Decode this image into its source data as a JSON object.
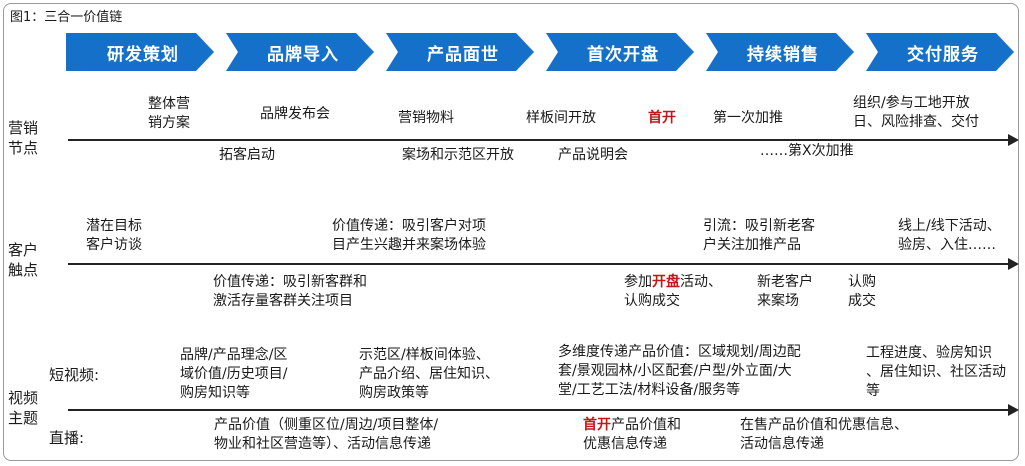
{
  "title": "图1：三合一价值链",
  "stages": [
    "研发策划",
    "品牌导入",
    "产品面世",
    "首次开盘",
    "持续销售",
    "交付服务"
  ],
  "rows": {
    "marketing": {
      "label": [
        "营销",
        "节点"
      ],
      "above": [
        [
          "整体营",
          "销方案"
        ],
        [
          "品牌发布会"
        ],
        [
          "营销物料"
        ],
        [
          "样板间开放"
        ],
        [
          "首开"
        ],
        [
          "第一次加推"
        ],
        [
          "组织/参与工地开放",
          "日、风险排查、交付"
        ]
      ],
      "below": [
        [
          "拓客启动"
        ],
        [
          "案场和示范区开放"
        ],
        [
          "产品说明会"
        ],
        [
          "……第X次加推"
        ]
      ]
    },
    "customer": {
      "label": [
        "客户",
        "触点"
      ],
      "above": [
        [
          "潜在目标",
          "客户访谈"
        ],
        [
          "价值传递：吸引客户对项",
          "目产生兴趣并来案场体验"
        ],
        [
          "引流：吸引新老客",
          "户关注加推产品"
        ],
        [
          "线上/线下活动、",
          "验房、入住……"
        ]
      ],
      "below": [
        [
          "价值传递：吸引新客群和",
          "激活存量客群关注项目"
        ],
        {
          "prefix": "参加",
          "highlight": "开盘",
          "suffix": "活动、",
          "line2": "认购成交"
        },
        [
          "新老客户",
          "来案场"
        ],
        [
          "认购",
          "成交"
        ]
      ]
    },
    "video": {
      "label": [
        "视频",
        "主题"
      ],
      "short_video_label": "短视频:",
      "live_label": "直播:",
      "short_video": [
        [
          "品牌/产品理念/区",
          "域价值/历史项目/",
          "购房知识等"
        ],
        [
          "示范区/样板间体验、",
          "产品介绍、居住知识、",
          "购房政策等"
        ],
        [
          "多维度传递产品价值：区域规划/周边配",
          "套/景观园林/小区配套/户型/外立面/大",
          "堂/工艺工法/材料设备/服务等"
        ],
        [
          "工程进度、验房知识",
          "、居住知识、社区活动",
          "等"
        ]
      ],
      "live": [
        [
          "产品价值（侧重区位/周边/项目整体/",
          "物业和社区营造等）、活动信息传递"
        ],
        {
          "highlight": "首开",
          "suffix": "产品价值和",
          "line2": "优惠信息传递"
        },
        [
          "在售产品价值和优惠信息、",
          "活动信息传递"
        ]
      ]
    }
  },
  "colors": {
    "stage": "#1470c8",
    "highlight": "#c0181b",
    "line": "#222222"
  }
}
